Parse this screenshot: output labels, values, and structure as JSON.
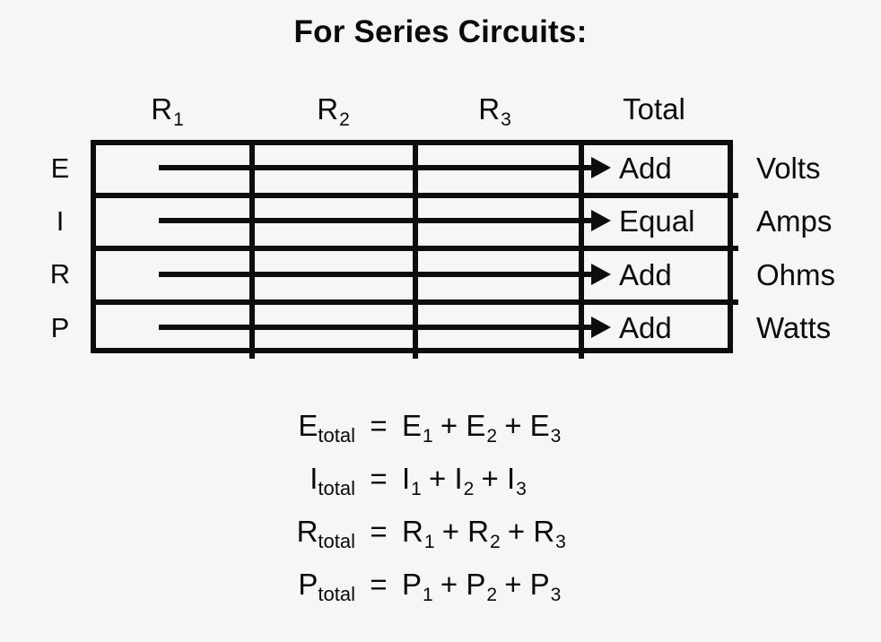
{
  "title": "For Series Circuits:",
  "table": {
    "column_headers": [
      {
        "base": "R",
        "sub": "1"
      },
      {
        "base": "R",
        "sub": "2"
      },
      {
        "base": "R",
        "sub": "3"
      },
      {
        "base": "Total",
        "sub": ""
      }
    ],
    "row_labels": [
      "E",
      "I",
      "R",
      "P"
    ],
    "total_values": [
      "Add",
      "Equal",
      "Add",
      "Add"
    ],
    "unit_labels": [
      "Volts",
      "Amps",
      "Ohms",
      "Watts"
    ],
    "arrow_icon": "right-arrow-icon"
  },
  "equations": [
    {
      "lhs_base": "E",
      "lhs_sub": "total",
      "operator": "=",
      "terms": [
        {
          "base": "E",
          "sub": "1"
        },
        {
          "base": "E",
          "sub": "2"
        },
        {
          "base": "E",
          "sub": "3"
        }
      ],
      "plus": "+",
      "text": "E total = E1 + E2 + E3"
    },
    {
      "lhs_base": "I",
      "lhs_sub": "total",
      "operator": "=",
      "terms": [
        {
          "base": "I",
          "sub": "1"
        },
        {
          "base": "I",
          "sub": "2"
        },
        {
          "base": "I",
          "sub": "3"
        }
      ],
      "plus": "+",
      "text": "I total = I1 + I2 + I3"
    },
    {
      "lhs_base": "R",
      "lhs_sub": "total",
      "operator": "=",
      "terms": [
        {
          "base": "R",
          "sub": "1"
        },
        {
          "base": "R",
          "sub": "2"
        },
        {
          "base": "R",
          "sub": "3"
        }
      ],
      "plus": "+",
      "text": "R total = R1 + R2 + R3"
    },
    {
      "lhs_base": "P",
      "lhs_sub": "total",
      "operator": "=",
      "terms": [
        {
          "base": "P",
          "sub": "1"
        },
        {
          "base": "P",
          "sub": "2"
        },
        {
          "base": "P",
          "sub": "3"
        }
      ],
      "plus": "+",
      "text": "P total = P1 + P2 + P3"
    }
  ],
  "colors": {
    "background": "#f7f6f6",
    "ink": "#0d0d0d"
  }
}
